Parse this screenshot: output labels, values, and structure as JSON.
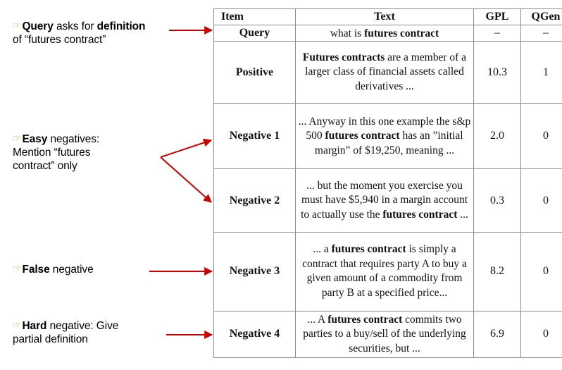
{
  "annotations": [
    {
      "id": "query",
      "hand_icon": "pointing-right-hand-icon",
      "lines": [
        [
          {
            "t": "Query",
            "b": true
          },
          {
            "t": " asks for ",
            "b": false
          },
          {
            "t": "definition",
            "b": true
          }
        ],
        [
          {
            "t": "of “futures contract”",
            "b": false
          }
        ]
      ]
    },
    {
      "id": "easy",
      "hand_icon": "pointing-right-hand-icon",
      "lines": [
        [
          {
            "t": "Easy",
            "b": true
          },
          {
            "t": " negatives:",
            "b": false
          }
        ],
        [
          {
            "t": "Mention “futures",
            "b": false
          }
        ],
        [
          {
            "t": "contract” only",
            "b": false
          }
        ]
      ]
    },
    {
      "id": "false",
      "hand_icon": "pointing-right-hand-icon",
      "lines": [
        [
          {
            "t": "False",
            "b": true
          },
          {
            "t": " negative",
            "b": false
          }
        ]
      ]
    },
    {
      "id": "hard",
      "hand_icon": "pointing-right-hand-icon",
      "lines": [
        [
          {
            "t": "Hard",
            "b": true
          },
          {
            "t": " negative: Give",
            "b": false
          }
        ],
        [
          {
            "t": "partial definition",
            "b": false
          }
        ]
      ]
    }
  ],
  "arrow_color": "#cc0000",
  "table": {
    "headers": {
      "item": "Item",
      "text": "Text",
      "gpl": "GPL",
      "qgen": "QGen"
    },
    "rows": [
      {
        "item": "Query",
        "text_runs": [
          {
            "t": "what is ",
            "b": false
          },
          {
            "t": "futures contract",
            "b": true
          }
        ],
        "gpl": "–",
        "qgen": "–"
      },
      {
        "item": "Positive",
        "text_runs": [
          {
            "t": "Futures contracts",
            "b": true
          },
          {
            "t": " are a member of a larger class of financial assets called derivatives ...",
            "b": false
          }
        ],
        "gpl": "10.3",
        "qgen": "1"
      },
      {
        "item": "Negative 1",
        "text_runs": [
          {
            "t": "... Anyway in this one example the s&p 500 ",
            "b": false
          },
          {
            "t": "futures contract",
            "b": true
          },
          {
            "t": " has an ”initial margin” of $19,250,  meaning ...",
            "b": false
          }
        ],
        "gpl": "2.0",
        "qgen": "0"
      },
      {
        "item": "Negative 2",
        "text_runs": [
          {
            "t": "... but the moment you exercise you must have $5,940 in a margin account to actually use the ",
            "b": false
          },
          {
            "t": "futures contract",
            "b": true
          },
          {
            "t": " ...",
            "b": false
          }
        ],
        "gpl": "0.3",
        "qgen": "0"
      },
      {
        "item": "Negative 3",
        "text_runs": [
          {
            "t": "... a ",
            "b": false
          },
          {
            "t": "futures contract",
            "b": true
          },
          {
            "t": " is simply a contract that requires party A to buy a given amount of a commodity from party B at a specified price...",
            "b": false
          }
        ],
        "gpl": "8.2",
        "qgen": "0"
      },
      {
        "item": "Negative 4",
        "text_runs": [
          {
            "t": "... A ",
            "b": false
          },
          {
            "t": "futures contract",
            "b": true
          },
          {
            "t": " commits two parties to a buy/sell of the underlying securities, but ...",
            "b": false
          }
        ],
        "gpl": "6.9",
        "qgen": "0"
      }
    ]
  }
}
